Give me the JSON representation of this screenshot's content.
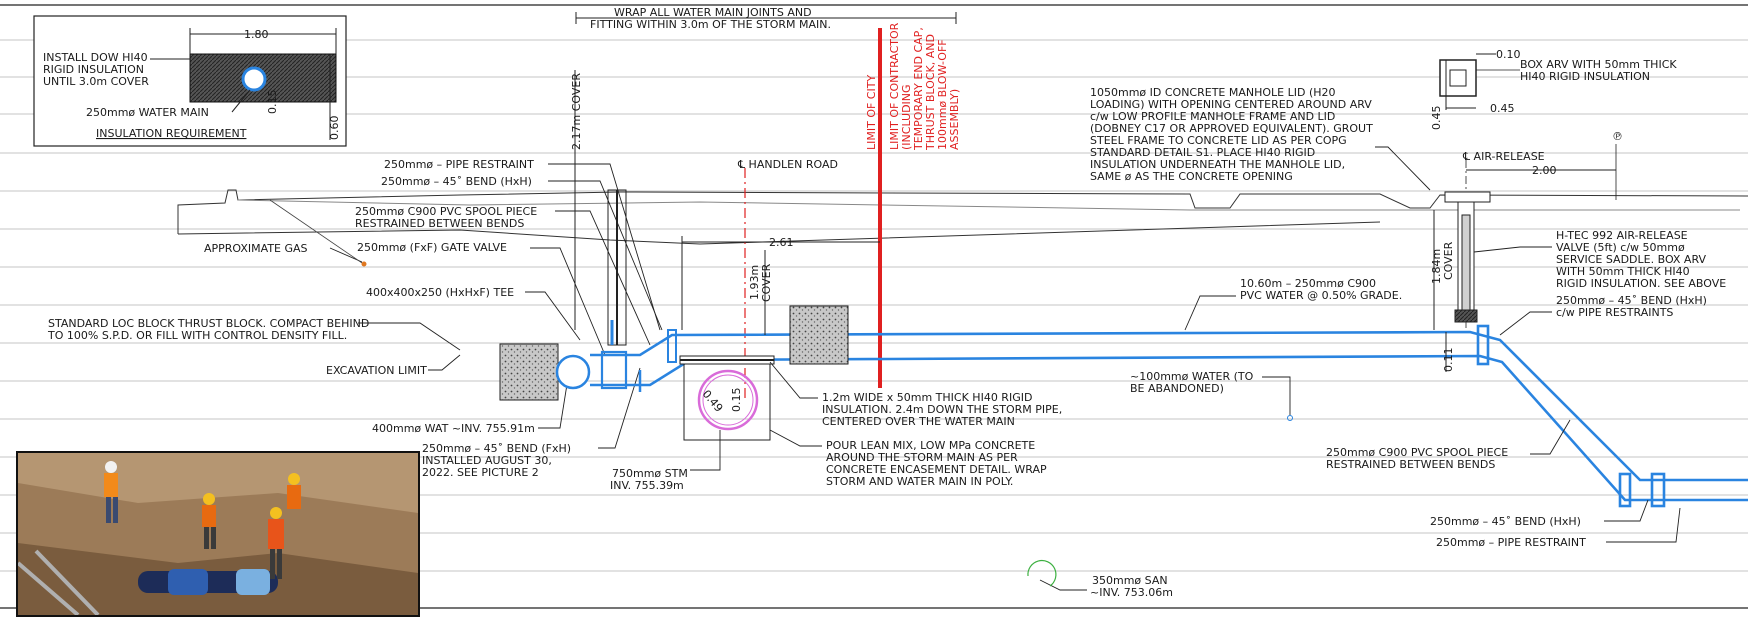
{
  "inset": {
    "dim_width": "1.80",
    "dim_height": "0.60",
    "dim_small": "0.15",
    "insulation_note": [
      "INSTALL DOW HI40",
      "RIGID INSULATION",
      "UNTIL 3.0m COVER"
    ],
    "water_main": "250mmø WATER MAIN",
    "title": "INSULATION REQUIREMENT"
  },
  "top_note": [
    "WRAP ALL WATER MAIN JOINTS AND",
    "FITTING WITHIN 3.0m OF THE STORM MAIN."
  ],
  "cover_217": "2.17m COVER",
  "red_notes": {
    "limit_city": "LIMIT OF CITY",
    "limit_contractor": [
      "LIMIT OF CONTRACTOR",
      "(INCLUDING",
      "TEMPORARY END CAP,",
      "THRUST BLOCK, AND",
      "100mmø BLOW-OFF",
      "ASSEMBLY)"
    ]
  },
  "handlen_road": "℄ HANDLEN ROAD",
  "labels_left": {
    "pipe_restraint": "250mmø – PIPE RESTRAINT",
    "bend_hxh": "250mmø – 45˚ BEND (HxH)",
    "spool": [
      "250mmø C900 PVC SPOOL PIECE",
      "RESTRAINED BETWEEN BENDS"
    ],
    "gate_valve": "250mmø (FxF) GATE VALVE",
    "gas": "APPROXIMATE GAS",
    "tee": "400x400x250 (HxHxF) TEE",
    "thrust_block": [
      "STANDARD LOC BLOCK THRUST BLOCK. COMPACT BEHIND",
      "TO 100% S.P.D. OR FILL WITH CONTROL DENSITY FILL."
    ],
    "excavation": "EXCAVATION LIMIT",
    "wat_400": "400mmø WAT ~INV. 755.91m",
    "bend_fxh": [
      "250mmø – 45˚ BEND (FxH)",
      "INSTALLED AUGUST 30,",
      "2022. SEE PICTURE 2"
    ],
    "stm_750": [
      "750mmø STM",
      "INV. 755.39m"
    ]
  },
  "dims_mid": {
    "d261": "2.61",
    "cover_193": [
      "1.93m",
      "COVER"
    ],
    "d049": "0.49",
    "d015": "0.15"
  },
  "labels_mid": {
    "rigid_insul": [
      "1.2m WIDE x 50mm THICK HI40 RIGID",
      "INSULATION. 2.4m DOWN THE STORM PIPE,",
      "CENTERED OVER THE WATER MAIN"
    ],
    "lean_mix": [
      "POUR LEAN MIX, LOW MPa CONCRETE",
      "AROUND THE STORM MAIN AS PER",
      "CONCRETE ENCASEMENT DETAIL. WRAP",
      "STORM AND WATER MAIN IN POLY."
    ],
    "water_100": [
      "~100mmø WATER (TO",
      "BE ABANDONED)"
    ],
    "san_350": [
      "350mmø SAN",
      "~INV. 753.06m"
    ],
    "pvc_run": [
      "10.60m – 250mmø C900",
      "PVC WATER @ 0.50% GRADE."
    ],
    "manhole": [
      "1050mmø ID CONCRETE MANHOLE LID (H20",
      "LOADING) WITH OPENING CENTERED AROUND ARV",
      "c/w LOW PROFILE MANHOLE FRAME AND LID",
      "(DOBNEY C17 OR APPROVED EQUIVALENT). GROUT",
      "STEEL FRAME TO CONCRETE LID AS PER COPG",
      "STANDARD DETAIL S1. PLACE HI40 RIGID",
      "INSULATION UNDERNEATH THE MANHOLE LID,",
      "SAME ø AS THE CONCRETE OPENING"
    ]
  },
  "labels_right": {
    "box_arv": [
      "BOX ARV WITH 50mm THICK",
      "HI40 RIGID INSULATION"
    ],
    "d010": "0.10",
    "d045a": "0.45",
    "d045b": "0.45",
    "air_release": "℄ AIR-RELEASE",
    "pl": "℗",
    "d200": "2.00",
    "cover_184": [
      "1.84m",
      "COVER"
    ],
    "htec": [
      "H-TEC 992 AIR-RELEASE",
      "VALVE (5ft) c/w 50mmø",
      "SERVICE SADDLE. BOX ARV",
      "WITH 50mm THICK HI40",
      "RIGID INSULATION. SEE ABOVE"
    ],
    "bend_restr": [
      "250mmø – 45˚ BEND (HxH)",
      "c/w PIPE RESTRAINTS"
    ],
    "d011": "0.11",
    "spool": [
      "250mmø C900 PVC SPOOL PIECE",
      "RESTRAINED BETWEEN BENDS"
    ],
    "bend_hxh": "250mmø – 45˚ BEND (HxH)",
    "pipe_restraint": "250mmø – PIPE RESTRAINT"
  },
  "colors": {
    "water_main": "#2a84e0",
    "limit_line": "#e02020",
    "storm": "#d96bd9"
  }
}
